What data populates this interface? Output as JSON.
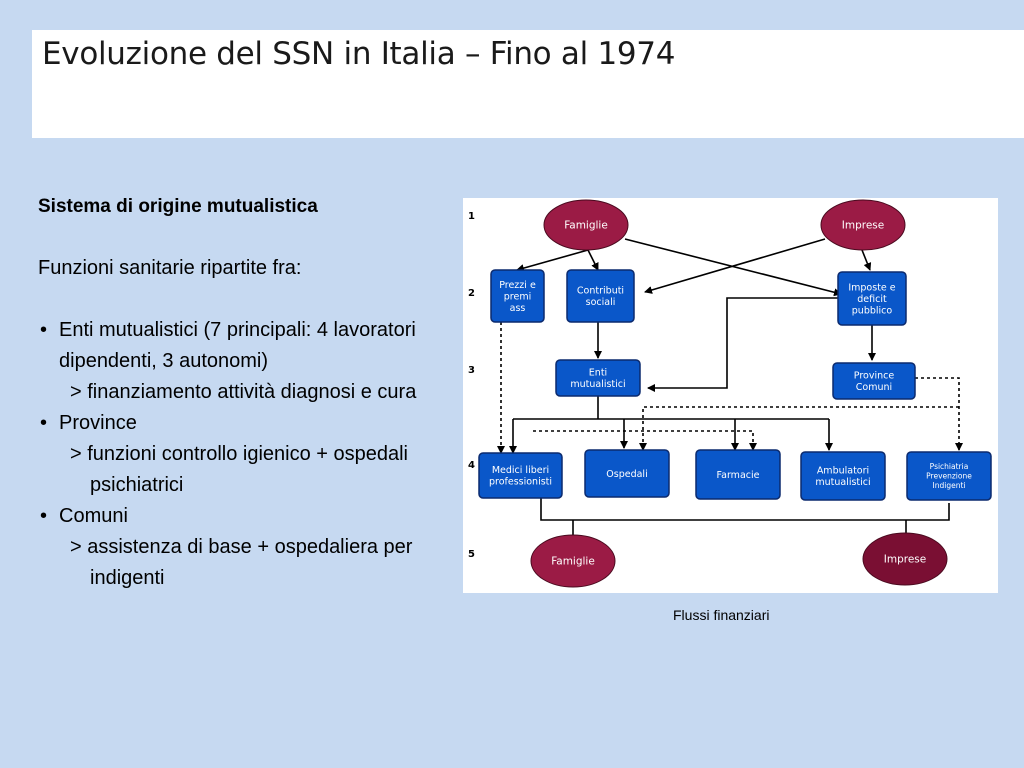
{
  "slide": {
    "title": "Evoluzione del SSN in Italia – Fino al 1974"
  },
  "text": {
    "heading": "Sistema di origine mutualistica",
    "intro": "Funzioni sanitarie ripartite fra:",
    "bullet_char": "•",
    "bullets": [
      {
        "label": "Enti mutualistici (7 principali: 4 lavoratori dipendenti, 3 autonomi)",
        "detail": "> finanziamento attività diagnosi e cura"
      },
      {
        "label": "Province",
        "detail": "> funzioni controllo igienico + ospedali psichiatrici"
      },
      {
        "label": "Comuni",
        "detail": "> assistenza di base + ospedaliera per indigenti"
      }
    ]
  },
  "diagram": {
    "row_numbers": [
      "1",
      "2",
      "3",
      "4",
      "5"
    ],
    "colors": {
      "box": "#0a57c9",
      "box_border": "#0b2a6e",
      "ellipse": "#9b1b45",
      "ellipse_dark": "#7a0f33",
      "line": "#000000"
    },
    "nodes": {
      "famiglie_top": "Famiglie",
      "imprese_top": "Imprese",
      "prezzi": [
        "Prezzi e",
        "premi",
        "ass"
      ],
      "contributi": [
        "Contributi",
        "sociali"
      ],
      "imposte": [
        "Imposte e",
        "deficit",
        "pubblico"
      ],
      "enti": [
        "Enti",
        "mutualistici"
      ],
      "province_comuni": [
        "Province",
        "Comuni"
      ],
      "medici": [
        "Medici liberi",
        "professionisti"
      ],
      "ospedali": [
        "Ospedali"
      ],
      "farmacie": [
        "Farmacie"
      ],
      "ambulatori": [
        "Ambulatori",
        "mutualistici"
      ],
      "psichiatria": [
        "Psichiatria",
        "Prevenzione",
        "Indigenti"
      ],
      "famiglie_bottom": "Famiglie",
      "imprese_bottom": "Imprese"
    }
  },
  "caption": "Flussi finanziari"
}
